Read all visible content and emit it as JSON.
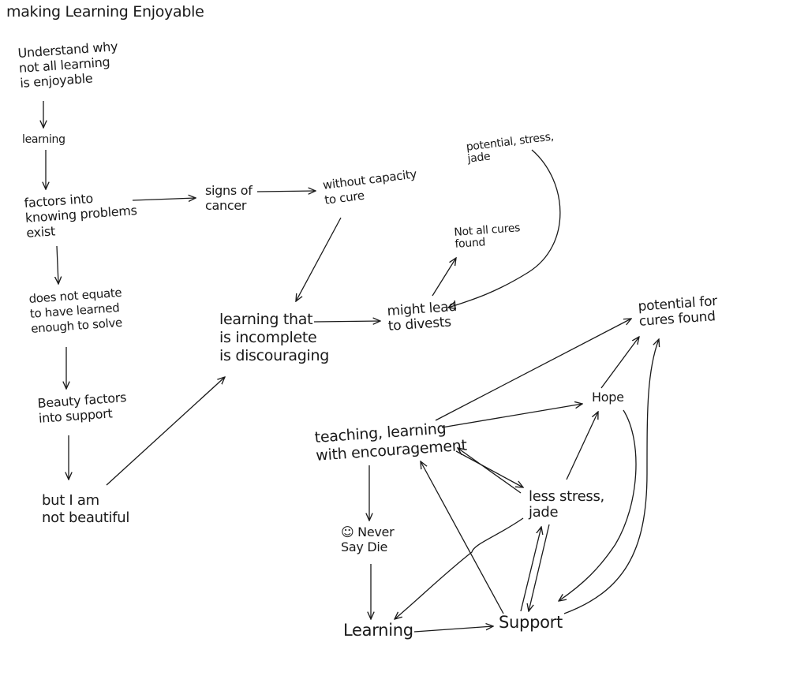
{
  "title": "making Learning Enjoyable",
  "nodes": {
    "understand": [
      "Understand why",
      "not all learning",
      "is enjoyable"
    ],
    "learning_small": [
      "learning"
    ],
    "factors": [
      "factors into",
      "knowing problems",
      "exist"
    ],
    "not_equate": [
      "does not equate",
      "to have learned",
      "enough to solve"
    ],
    "beauty": [
      "Beauty factors",
      "into support"
    ],
    "not_beautiful": [
      "but I am",
      "not beautiful"
    ],
    "signs": [
      "signs of",
      "cancer"
    ],
    "without": [
      "without capacity",
      "to cure"
    ],
    "incomplete": [
      "learning that",
      "is incomplete",
      "is discouraging"
    ],
    "divests": [
      "might lead",
      "to divests"
    ],
    "not_all_cures": [
      "Not all cures",
      "found"
    ],
    "potential_stress": [
      "potential, stress,",
      "jade"
    ],
    "potential_cures": [
      "potential for",
      "cures found"
    ],
    "hope": [
      "Hope"
    ],
    "teaching": [
      "teaching, learning",
      "with encouragement"
    ],
    "less_stress": [
      "less stress,",
      "jade"
    ],
    "never_say_die": [
      "☺ Never",
      "Say Die"
    ],
    "learning_big": [
      "Learning"
    ],
    "support": [
      "Support"
    ]
  }
}
